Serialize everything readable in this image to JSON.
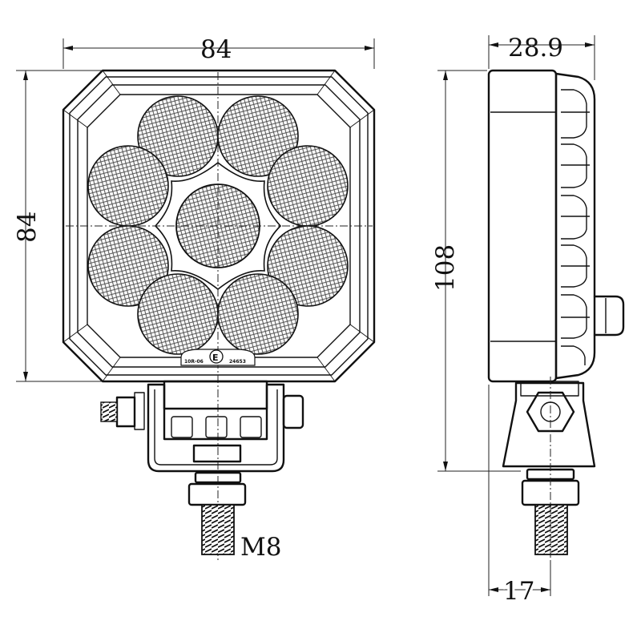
{
  "dimensions": {
    "front_width": "84",
    "front_height": "84",
    "side_depth": "28.9",
    "total_height": "108",
    "mount_offset": "17",
    "bolt_thread": "M8"
  },
  "markings": {
    "left_code": "10R-06",
    "emark": "E",
    "right_code": "24653"
  }
}
